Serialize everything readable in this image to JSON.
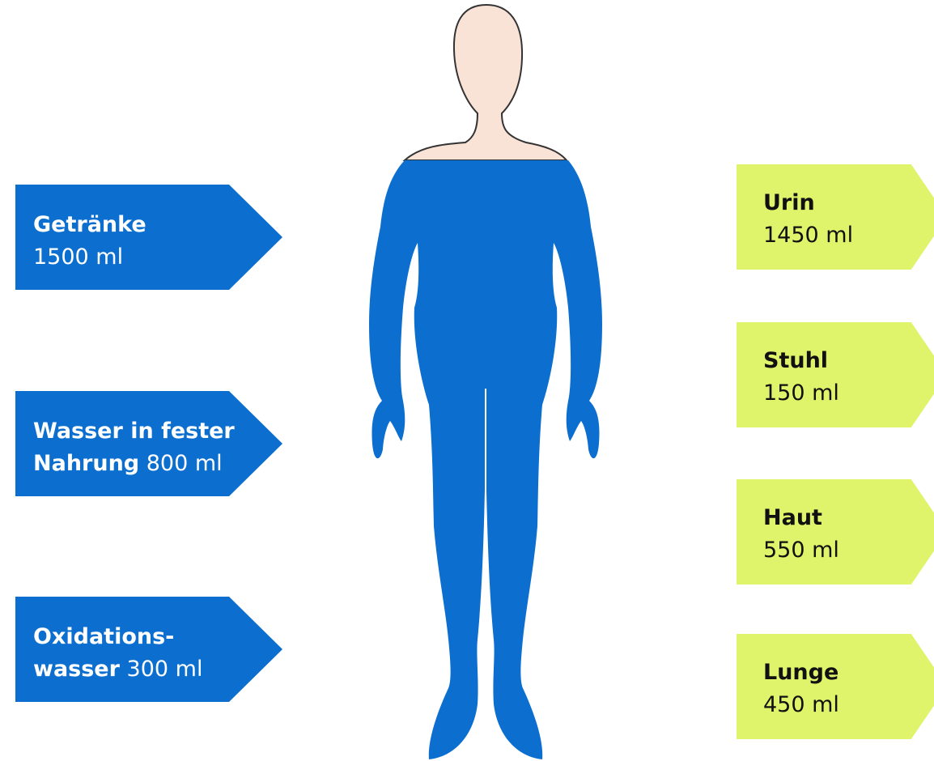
{
  "colors": {
    "intake_fill": "#0c6fcf",
    "intake_text": "#ffffff",
    "output_fill": "#dff46a",
    "output_text": "#111111",
    "body_fill": "#0c6fcf",
    "skin_fill": "#f9e2d6",
    "outline": "#333333"
  },
  "intake": [
    {
      "line1": "Getränke",
      "line2_bold": "",
      "line2_value": "1500 ml"
    },
    {
      "line1": "Wasser in fester",
      "line2_bold": "Nahrung",
      "line2_value": "800 ml"
    },
    {
      "line1": "Oxidations-",
      "line2_bold": "wasser",
      "line2_value": "300 ml"
    }
  ],
  "output": [
    {
      "label": "Urin",
      "value": "1450 ml"
    },
    {
      "label": "Stuhl",
      "value": "150 ml"
    },
    {
      "label": "Haut",
      "value": "550 ml"
    },
    {
      "label": "Lunge",
      "value": "450 ml"
    }
  ]
}
